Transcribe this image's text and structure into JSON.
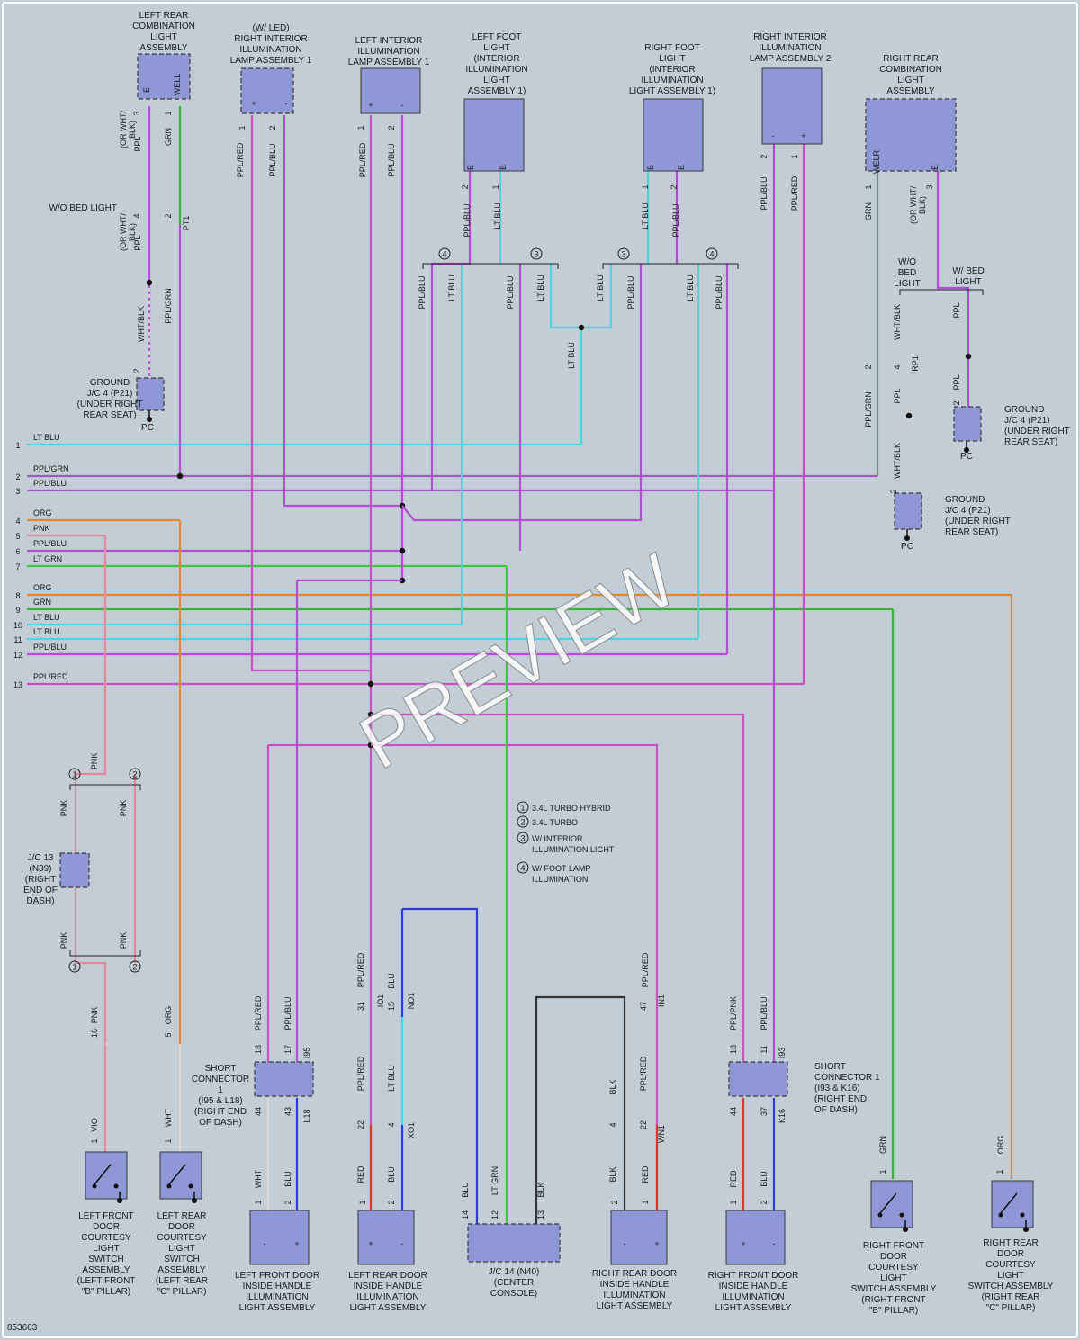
{
  "colors": {
    "LT BLU": "#4fd3e0",
    "PPL/GRN": "#b14fd0",
    "PPL/BLU": "#b14fd0",
    "ORG": "#e0882e",
    "PNK": "#e58a9e",
    "LT GRN": "#3bc93b",
    "GRN": "#3bb03b",
    "PPL/RED": "#c94fc5",
    "PPL": "#b14fd0",
    "WHT/BLK": "#cfcfcf",
    "WHT": "#d9d9d9",
    "BLU": "#2b3fd6",
    "RED": "#d63a2b",
    "BLK": "#333333",
    "PPL/PNK": "#c94fc5",
    "VIO": "#b14fd0"
  },
  "components": [
    {
      "id": "lr_comb",
      "label": "LEFT REAR\nCOMBINATION\nLIGHT\nASSEMBLY",
      "pins": [
        "E",
        "WELL"
      ]
    },
    {
      "id": "rila1",
      "label": "(W/ LED)\nRIGHT INTERIOR\nILLUMINATION\nLAMP ASSEMBLY 1",
      "pins": [
        "+",
        "-"
      ]
    },
    {
      "id": "lila1",
      "label": "LEFT INTERIOR\nILLUMINATION\nLAMP ASSEMBLY 1",
      "pins": [
        "+",
        "-"
      ]
    },
    {
      "id": "lfoot",
      "label": "LEFT FOOT\nLIGHT\n(INTERIOR\nILLUMINATION\nLIGHT\nASSEMBLY 1)",
      "pins": [
        "E",
        "B"
      ]
    },
    {
      "id": "rfoot",
      "label": "RIGHT FOOT\nLIGHT\n(INTERIOR\nILLUMINATION\nLIGHT ASSEMBLY 1)",
      "pins": [
        "B",
        "E"
      ]
    },
    {
      "id": "rila2",
      "label": "RIGHT INTERIOR\nILLUMINATION\nLAMP ASSEMBLY 2",
      "pins": [
        "-",
        "+"
      ]
    },
    {
      "id": "rr_comb",
      "label": "RIGHT REAR\nCOMBINATION\nLIGHT\nASSEMBLY",
      "pins": [
        "WELR",
        "E"
      ]
    },
    {
      "id": "gnd1",
      "label": "GROUND\nJ/C 4 (P21)\n(UNDER RIGHT\nREAR SEAT)",
      "sub": "PC"
    },
    {
      "id": "gnd2",
      "label": "GROUND\nJ/C 4 (P21)\n(UNDER RIGHT\nREAR SEAT)",
      "sub": "PC"
    },
    {
      "id": "gnd3",
      "label": "GROUND\nJ/C 4 (P21)\n(UNDER RIGHT\nREAR SEAT)",
      "sub": "PC"
    },
    {
      "id": "jc13",
      "label": "J/C 13\n(N39)\n(RIGHT\nEND OF\nDASH)"
    },
    {
      "id": "short1",
      "label": "SHORT\nCONNECTOR\n1\n(I95 & L18)\n(RIGHT END\nOF DASH)"
    },
    {
      "id": "short2",
      "label": "SHORT\nCONNECTOR 1\n(I93 & K16)\n(RIGHT END\nOF DASH)"
    },
    {
      "id": "jc14",
      "label": "J/C 14 (N40)\n(CENTER\nCONSOLE)"
    },
    {
      "id": "lfdcs",
      "label": "LEFT FRONT\nDOOR\nCOURTESY\nLIGHT\nSWITCH\nASSEMBLY\n(LEFT FRONT\n\"B\" PILLAR)"
    },
    {
      "id": "lrdcs",
      "label": "LEFT REAR\nDOOR\nCOURTESY\nLIGHT\nSWITCH\nASSEMBLY\n(LEFT REAR\n\"C\" PILLAR)"
    },
    {
      "id": "lfdih",
      "label": "LEFT FRONT DOOR\nINSIDE HANDLE\nILLUMINATION\nLIGHT ASSEMBLY",
      "pins": [
        "-",
        "+"
      ]
    },
    {
      "id": "lrdih",
      "label": "LEFT REAR DOOR\nINSIDE HANDLE\nILLUMINATION\nLIGHT ASSEMBLY",
      "pins": [
        "+",
        "-"
      ]
    },
    {
      "id": "rrdih",
      "label": "RIGHT REAR DOOR\nINSIDE HANDLE\nILLUMINATION\nLIGHT ASSEMBLY",
      "pins": [
        "-",
        "+"
      ]
    },
    {
      "id": "rfdih",
      "label": "RIGHT FRONT DOOR\nINSIDE HANDLE\nILLUMINATION\nLIGHT ASSEMBLY",
      "pins": [
        "+",
        "-"
      ]
    },
    {
      "id": "rfdcs",
      "label": "RIGHT FRONT\nDOOR\nCOURTESY\nLIGHT\nSWITCH ASSEMBLY\n(RIGHT FRONT\n\"B\" PILLAR)"
    },
    {
      "id": "rrdcs",
      "label": "RIGHT REAR\nDOOR\nCOURTESY\nLIGHT\nSWITCH ASSEMBLY\n(RIGHT REAR\n\"C\" PILLAR)"
    }
  ],
  "bus_lines": [
    {
      "num": "1",
      "color": "LT BLU"
    },
    {
      "num": "2",
      "color": "PPL/GRN"
    },
    {
      "num": "3",
      "color": "PPL/BLU"
    },
    {
      "num": "4",
      "color": "ORG"
    },
    {
      "num": "5",
      "color": "PNK"
    },
    {
      "num": "6",
      "color": "PPL/BLU"
    },
    {
      "num": "7",
      "color": "LT GRN"
    },
    {
      "num": "8",
      "color": "ORG"
    },
    {
      "num": "9",
      "color": "GRN"
    },
    {
      "num": "10",
      "color": "LT BLU"
    },
    {
      "num": "11",
      "color": "LT BLU"
    },
    {
      "num": "12",
      "color": "PPL/BLU"
    },
    {
      "num": "13",
      "color": "PPL/RED"
    }
  ],
  "notes": {
    "wo_bed_light": "W/O BED LIGHT",
    "wo_bed_light_r": "W/O\nBED\nLIGHT",
    "w_bed_light": "W/ BED\nLIGHT",
    "or_wht_blk": "(OR WHT/\nBLK)",
    "legend": [
      {
        "n": "1",
        "text": "3.4L TURBO HYBRID"
      },
      {
        "n": "2",
        "text": "3.4L TURBO"
      },
      {
        "n": "3",
        "text": "W/ INTERIOR\nILLUMINATION LIGHT"
      },
      {
        "n": "4",
        "text": "W/ FOOT LAMP\nILLUMINATION"
      }
    ]
  },
  "connector_ids": [
    "PT1",
    "RP1",
    "I95",
    "L18",
    "IO1",
    "NO1",
    "XO1",
    "IN1",
    "WN1",
    "I93",
    "K16"
  ],
  "watermark": "PREVIEW",
  "figure_id": "853603"
}
